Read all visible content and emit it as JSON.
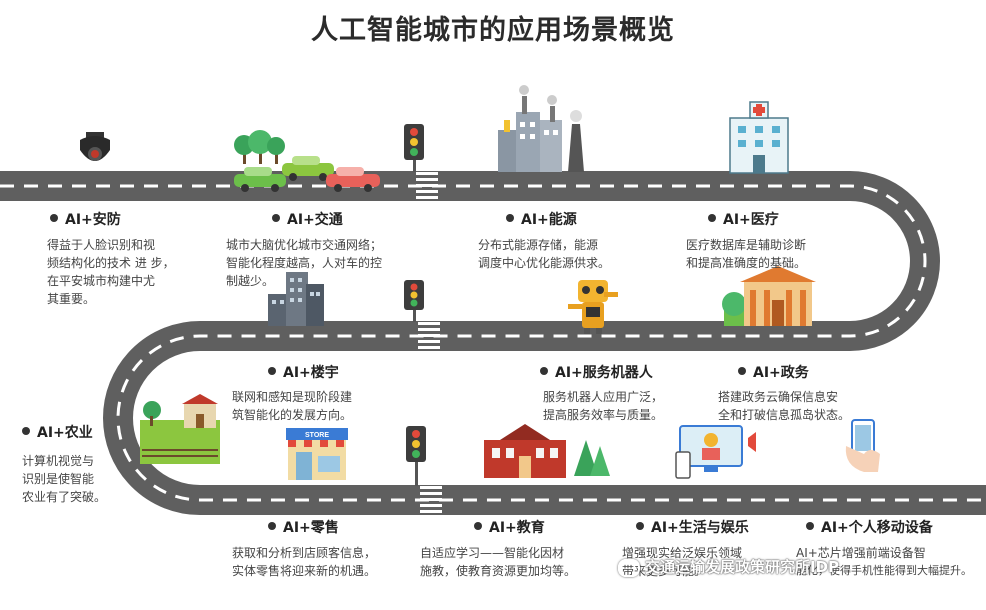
{
  "title": "人工智能城市的应用场景概览",
  "colors": {
    "road": "#5f5f5f",
    "stripe": "#ffffff",
    "accent_green": "#3aa35a",
    "accent_red": "#d9443a"
  },
  "scenes": [
    {
      "id": "security",
      "title": "AI+安防",
      "lines": [
        "得益于人脸识别和视",
        "频结构化的技术 进 步，",
        "在平安城市构建中尤",
        "其重要。"
      ],
      "icon": "security-camera-icon"
    },
    {
      "id": "traffic",
      "title": "AI+交通",
      "lines": [
        "城市大脑优化城市交通网络；",
        "智能化程度越高，人对车的控",
        "制越少。"
      ],
      "icon": "cars-icon"
    },
    {
      "id": "energy",
      "title": "AI+能源",
      "lines": [
        "分布式能源存储，能源",
        "调度中心优化能源供求。"
      ],
      "icon": "factory-icon"
    },
    {
      "id": "medical",
      "title": "AI+医疗",
      "lines": [
        "医疗数据库是辅助诊断",
        "和提高准确度的基础。"
      ],
      "icon": "hospital-icon"
    },
    {
      "id": "building",
      "title": "AI+楼宇",
      "lines": [
        "联网和感知是现阶段建",
        "筑智能化的发展方向。"
      ],
      "icon": "buildings-icon"
    },
    {
      "id": "robot",
      "title": "AI+服务机器人",
      "lines": [
        "服务机器人应用广泛，",
        "提高服务效率与质量。"
      ],
      "icon": "robot-icon"
    },
    {
      "id": "government",
      "title": "AI+政务",
      "lines": [
        "搭建政务云确保信息安",
        "全和打破信息孤岛状态。"
      ],
      "icon": "government-building-icon"
    },
    {
      "id": "agriculture",
      "title": "AI+农业",
      "lines": [
        "计算机视觉与",
        "识别是使智能",
        "农业有了突破。"
      ],
      "icon": "farm-icon"
    },
    {
      "id": "retail",
      "title": "AI+零售",
      "lines": [
        "获取和分析到店顾客信息，",
        "实体零售将迎来新的机遇。"
      ],
      "icon": "store-icon",
      "store_sign": "STORE"
    },
    {
      "id": "education",
      "title": "AI+教育",
      "lines": [
        "自适应学习——智能化因材",
        "施教，使教育资源更加均等。"
      ],
      "icon": "school-icon"
    },
    {
      "id": "life",
      "title": "AI+生活与娱乐",
      "lines": [
        "增强现实给泛娱乐领域",
        "带来更多可能。"
      ],
      "icon": "media-icon"
    },
    {
      "id": "mobile",
      "title": "AI+个人移动设备",
      "lines": [
        "AI+芯片增强前端设备智",
        "能化，使得手机性能得到大幅提升。"
      ],
      "icon": "smartphone-icon"
    }
  ],
  "watermark": "交通运输发展政策研究所IDP"
}
